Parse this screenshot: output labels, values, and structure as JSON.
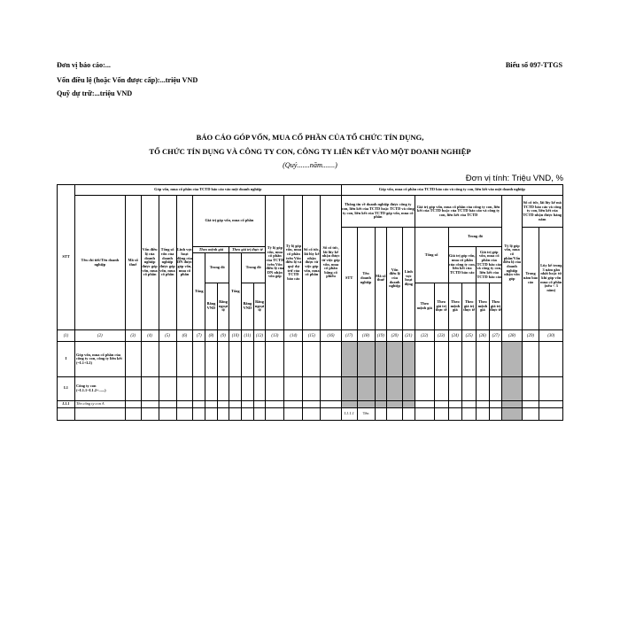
{
  "header": {
    "reporting_unit": "Đơn vị báo cáo:...",
    "charter_capital": "Vốn điều lệ (hoặc Vốn được cấp):...triệu VND",
    "reserve_fund": "Quỹ dự trữ:...triệu VND",
    "form_no": "Biểu số 097-TTGS"
  },
  "title": {
    "line1": "BÁO CÁO GÓP VỐN, MUA CỔ PHẦN CỦA TỔ CHỨC TÍN DỤNG,",
    "line2": "TỔ CHỨC TÍN DỤNG VÀ CÔNG TY CON, CÔNG TY LIÊN KẾT VÀO MỘT DOANH NGHIỆP",
    "period": "(Quý.......năm.......)"
  },
  "unit": "Đơn vị tính: Triệu VND, %",
  "table": {
    "left_group": "Góp vốn, mua cổ phần của TCTD báo cáo vào một doanh nghiệp",
    "right_group": "Góp vốn, mua cổ phần của TCTD báo cáo và công ty con, liên kết vào một doanh nghiệp",
    "h": {
      "stt": "STT",
      "ent_name": "Tên chi tiết/Tên doanh nghiệp",
      "tax_code": "Mã số thuế",
      "c4": "Vốn điều lệ của doanh nghiệp được góp vốn, mua cổ phần",
      "c5": "Tổng số vốn của doanh nghiệp được góp vốn, mua cổ phần",
      "c6": "Lĩnh vực hoạt động của DN được góp vốn, mua cổ phần",
      "value_group": "Giá trị góp vốn, mua cổ phần",
      "by_par": "Theo mệnh giá",
      "by_book": "Theo giá trị thực tế",
      "total": "Tổng",
      "of_which": "Trong đó",
      "vnd": "Bằng VND",
      "fx": "Bằng ngoại tệ",
      "c13": "Tỷ lệ góp vốn, mua cổ phần của TCTD trên Vốn điều lệ của DN nhận vốn góp",
      "c14": "Tỷ lệ góp vốn, mua cổ phần trên Vốn điều lệ và quỹ dự trữ của TCTD báo cáo",
      "c15": "Số cổ tức, lãi lũy kế nhận được từ việc góp vốn, mua cổ phần",
      "c16": "Số cổ tức, lãi lũy kế nhận được từ việc góp vốn, mua cổ phần bằng cổ phiếu",
      "r_info": "Thông tin về doanh nghiệp được công ty con, liên kết của TCTD hoặc TCTD và công ty con, liên kết của TCTD góp vốn, mua cổ phần",
      "r_name": "Tên doanh nghiệp",
      "r_tax": "Mã số thuế",
      "r_charter": "Vốn điều lệ của doanh nghiệp",
      "r_field": "Lĩnh vực hoạt động",
      "r_value_group": "Giá trị góp vốn, mua cổ phần của công ty con, liên kết của TCTD hoặc của TCTD báo cáo và công ty con, liên kết của TCTD",
      "r_total": "Tổng số",
      "r_of_which": "Trong đó",
      "r_sub_co": "Giá trị góp vốn, mua cổ phần của công ty con, liên kết của TCTD báo cáo",
      "r_sub_tctd": "Giá trị góp vốn, mua cổ phần của TCTD báo cáo và công ty con, liên kết của TCTD báo cáo",
      "r_par": "Theo mệnh giá",
      "r_book": "Theo giá trị thực tế",
      "c28": "Tỷ lệ góp vốn, mua cổ phần/Vốn điều lệ của doanh nghiệp nhận vốn góp",
      "c29": "Trong năm báo cáo",
      "c30_top": "Số cổ tức, lãi lũy kế mà TCTD báo cáo và công ty con, liên kết của TCTD nhận được hàng năm",
      "c30": "Lũy kế trong 3 năm gần nhất hoặc từ khi góp vốn mua cổ phần (nếu < 3 năm)"
    },
    "col_index": [
      "(1)",
      "(2)",
      "(3)",
      "(4)",
      "(5)",
      "(6)",
      "(7)",
      "(8)",
      "(9)",
      "(10)",
      "(11)",
      "(12)",
      "(13)",
      "(14)",
      "(15)",
      "(16)",
      "(17)",
      "(18)",
      "(19)",
      "(20)",
      "(21)",
      "(22)",
      "(23)",
      "(24)",
      "(25)",
      "(26)",
      "(27)",
      "(28)",
      "(29)",
      "(30)"
    ],
    "rows": {
      "r1_stt": "I",
      "r1_name": "Góp vốn, mua cổ phần của công ty con, công ty liên kết (=I.1+I.2)",
      "r2_stt": "I.1",
      "r2_name": "Công ty con (=I.1.1+I.1.2+......)",
      "r3_stt": "I.1.1",
      "r3_name": "Tên công ty con A",
      "r4_stt": "I.1.1.1",
      "r4_name": "Tên"
    }
  }
}
